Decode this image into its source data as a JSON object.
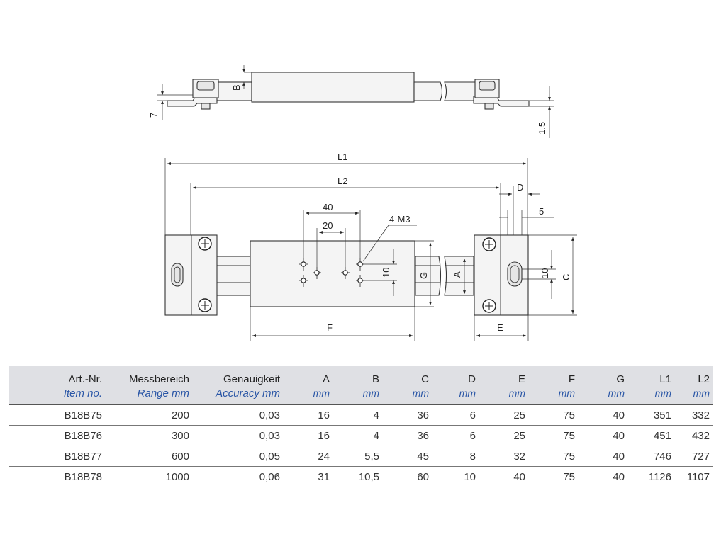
{
  "drawing": {
    "top_view": {
      "dim_B": "B",
      "dim_7": "7",
      "dim_1_5": "1.5"
    },
    "front_view": {
      "L1": "L1",
      "L2": "L2",
      "D": "D",
      "five": "5",
      "forty": "40",
      "twenty": "20",
      "holes": "4-M3",
      "ten_left": "10",
      "G": "G",
      "A": "A",
      "ten_right": "10",
      "C": "C",
      "F": "F",
      "E": "E"
    }
  },
  "table": {
    "headers": [
      {
        "de": "Art.-Nr.",
        "en": "Item no."
      },
      {
        "de": "Messbereich",
        "en": "Range mm"
      },
      {
        "de": "Genauigkeit",
        "en": "Accuracy mm"
      },
      {
        "de": "A",
        "en": "mm"
      },
      {
        "de": "B",
        "en": "mm"
      },
      {
        "de": "C",
        "en": "mm"
      },
      {
        "de": "D",
        "en": "mm"
      },
      {
        "de": "E",
        "en": "mm"
      },
      {
        "de": "F",
        "en": "mm"
      },
      {
        "de": "G",
        "en": "mm"
      },
      {
        "de": "L1",
        "en": "mm"
      },
      {
        "de": "L2",
        "en": "mm"
      }
    ],
    "rows": [
      [
        "B18B75",
        "200",
        "0,03",
        "16",
        "4",
        "36",
        "6",
        "25",
        "75",
        "40",
        "351",
        "332"
      ],
      [
        "B18B76",
        "300",
        "0,03",
        "16",
        "4",
        "36",
        "6",
        "25",
        "75",
        "40",
        "451",
        "432"
      ],
      [
        "B18B77",
        "600",
        "0,05",
        "24",
        "5,5",
        "45",
        "8",
        "32",
        "75",
        "40",
        "746",
        "727"
      ],
      [
        "B18B78",
        "1000",
        "0,06",
        "31",
        "10,5",
        "60",
        "10",
        "40",
        "75",
        "40",
        "1126",
        "1107"
      ]
    ]
  }
}
